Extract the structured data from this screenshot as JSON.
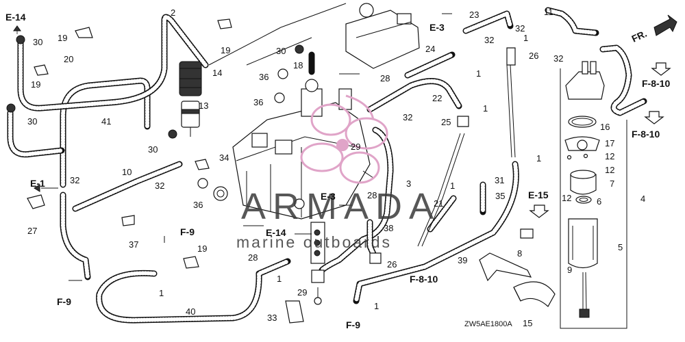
{
  "diagram": {
    "code": "ZW5AE1800A",
    "callouts": [
      "1",
      "2",
      "3",
      "4",
      "5",
      "6",
      "7",
      "8",
      "9",
      "10",
      "11",
      "12",
      "13",
      "14",
      "15",
      "16",
      "17",
      "18",
      "19",
      "20",
      "21",
      "22",
      "23",
      "24",
      "25",
      "26",
      "27",
      "28",
      "29",
      "30",
      "31",
      "32",
      "33",
      "34",
      "35",
      "36",
      "37",
      "38",
      "39",
      "40",
      "41"
    ],
    "refs": [
      "E-14",
      "E-1",
      "E-3",
      "E-15",
      "F-9",
      "F-8-10"
    ],
    "direction_label": "FR."
  },
  "watermark": {
    "brand": "ARMADA",
    "tagline": "marine outboards",
    "accent_color": "#e0a4c8"
  }
}
